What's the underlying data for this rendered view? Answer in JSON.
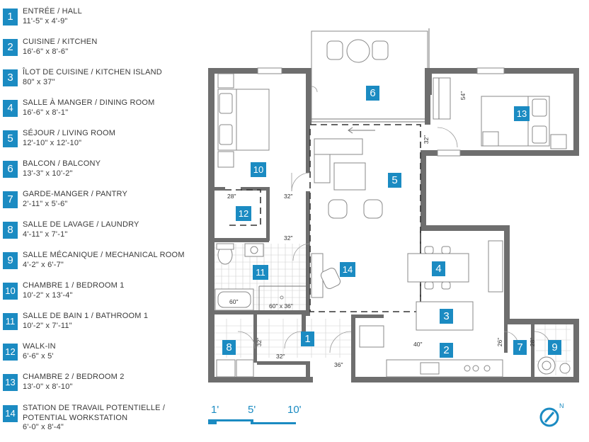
{
  "legend": [
    {
      "num": "1",
      "line1": "ENTRÉE / HALL",
      "line2": "11'-5\" x 4'-9\""
    },
    {
      "num": "2",
      "line1": "CUISINE / KITCHEN",
      "line2": "16'-6\" x 8'-6\""
    },
    {
      "num": "3",
      "line1": "ÎLOT DE CUISINE / KITCHEN ISLAND",
      "line2": "80\" x 37\""
    },
    {
      "num": "4",
      "line1": "SALLE À MANGER / DINING ROOM",
      "line2": "16'-6\" x 8'-1\""
    },
    {
      "num": "5",
      "line1": "SÉJOUR / LIVING ROOM",
      "line2": "12'-10\" x 12'-10\""
    },
    {
      "num": "6",
      "line1": "BALCON / BALCONY",
      "line2": "13'-3\" x 10'-2\""
    },
    {
      "num": "7",
      "line1": "GARDE-MANGER / PANTRY",
      "line2": "2'-11\" x 5'-6\""
    },
    {
      "num": "8",
      "line1": "SALLE DE LAVAGE / LAUNDRY",
      "line2": "4'-11\" x 7'-1\""
    },
    {
      "num": "9",
      "line1": "SALLE MÉCANIQUE / MECHANICAL ROOM",
      "line2": "4'-2\" x 6'-7\""
    },
    {
      "num": "10",
      "line1": "CHAMBRE 1 / BEDROOM 1",
      "line2": "10'-2\" x 13'-4\""
    },
    {
      "num": "11",
      "line1": "SALLE DE BAIN 1 / BATHROOM 1",
      "line2": "10'-2\" x 7'-11\""
    },
    {
      "num": "12",
      "line1": "WALK-IN",
      "line2": "6'-6\" x 5'"
    },
    {
      "num": "13",
      "line1": "CHAMBRE 2 / BEDROOM 2",
      "line2": "13'-0\" x 8'-10\""
    },
    {
      "num": "14",
      "line1": "STATION DE TRAVAIL POTENTIELLE /",
      "line2": "POTENTIAL WORKSTATION",
      "line3": "6'-0\" x 8'-4\""
    }
  ],
  "room_labels": {
    "r1": "1",
    "r2": "2",
    "r3": "3",
    "r4": "4",
    "r5": "5",
    "r6": "6",
    "r7": "7",
    "r8": "8",
    "r9": "9",
    "r10": "10",
    "r11": "11",
    "r12": "12",
    "r13": "13",
    "r14": "14"
  },
  "dimensions": {
    "d54": "54\"",
    "d32_balcony": "32\"",
    "d28_walkin": "28\"",
    "d32_bed1": "32\"",
    "d32_bath": "32\"",
    "d60_tub": "60\"",
    "d60x36_shower": "60\" x 36\"",
    "d32_hall": "32\"",
    "d32_laundry": "32\"",
    "d36_entry": "36\"",
    "d40_kitchen": "40\"",
    "d26_pantry": "26\"",
    "d28_mech": "28\""
  },
  "scale_bar": {
    "label_1": "1'",
    "label_5": "5'",
    "label_10": "10'"
  },
  "north": {
    "label": "N"
  },
  "colors": {
    "accent": "#1b8bc2",
    "wall": "#6e6e6e",
    "text": "#3a3a3a"
  }
}
